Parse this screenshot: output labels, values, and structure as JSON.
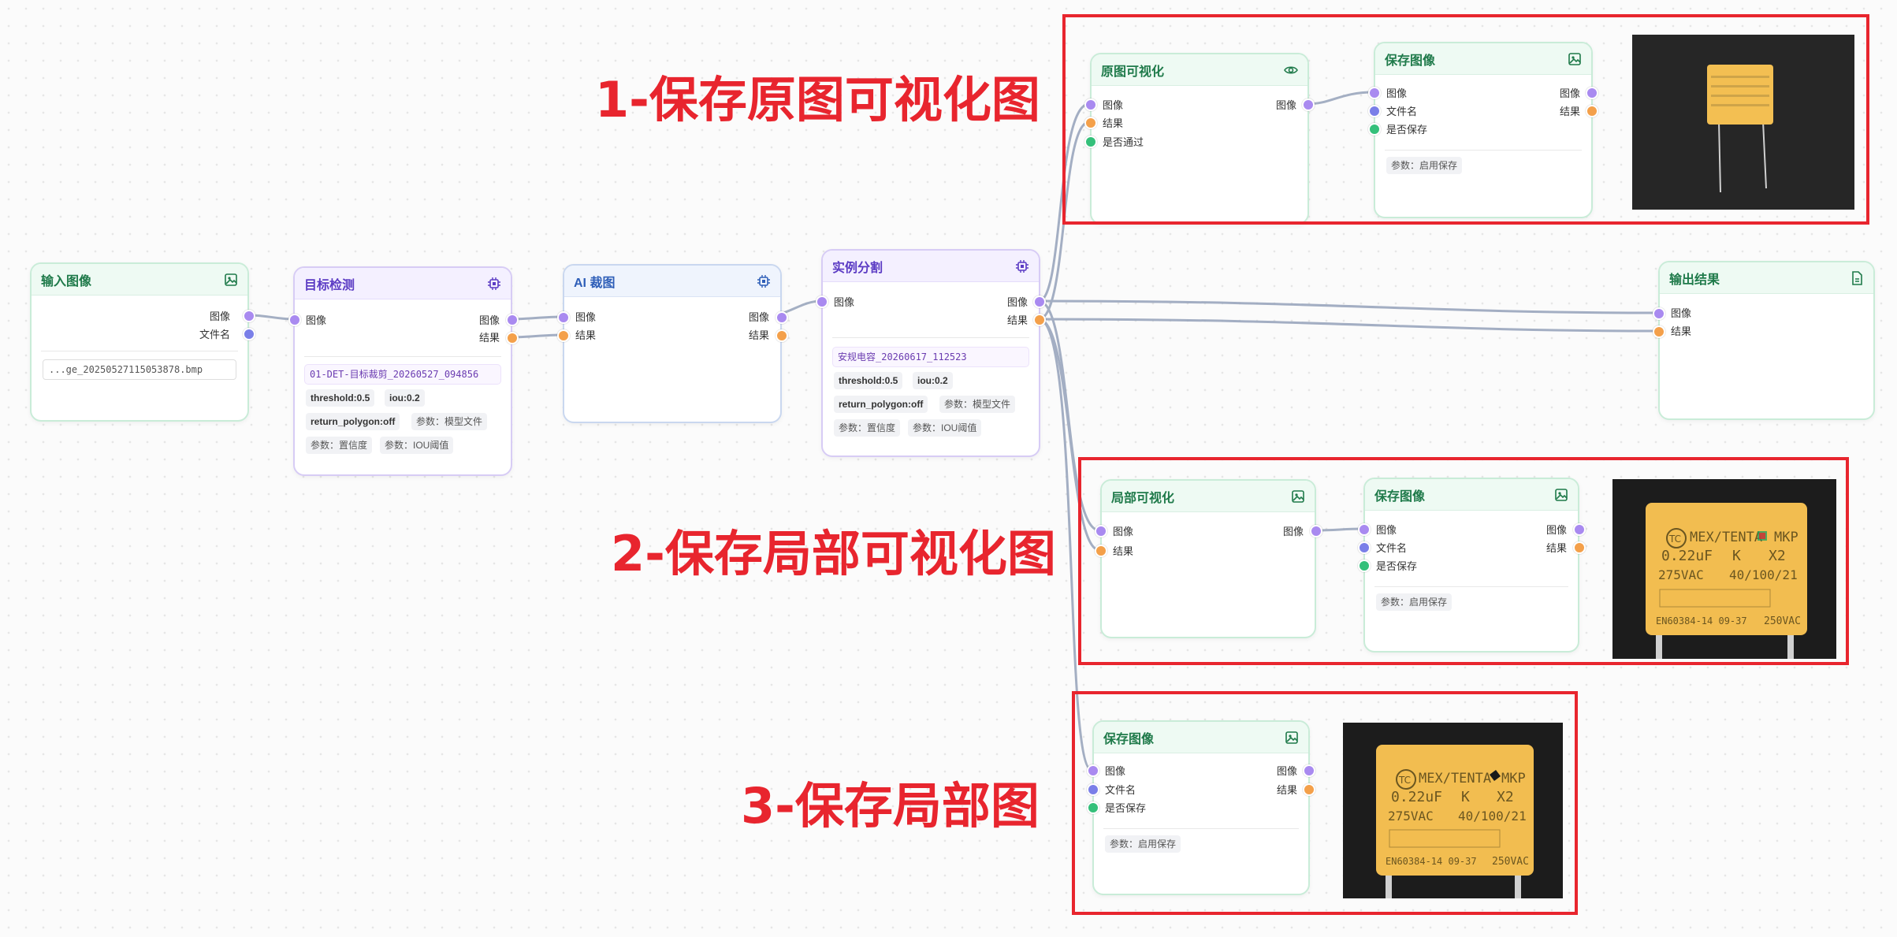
{
  "annotations": {
    "a1": "1-保存原图可视化图",
    "a2": "2-保存局部可视化图",
    "a3": "3-保存局部图"
  },
  "ports": {
    "image": "图像",
    "result": "结果",
    "filename": "文件名",
    "pass": "是否通过",
    "save": "是否保存"
  },
  "input_node": {
    "title": "输入图像",
    "file": "...ge_20250527115053878.bmp"
  },
  "detect_node": {
    "title": "目标检测",
    "model": "01-DET-目标裁剪_20260527_094856",
    "chips": [
      "threshold:0.5",
      "iou:0.2",
      "return_polygon:off",
      "参数：模型文件",
      "参数：置信度",
      "参数：IOU阈值"
    ]
  },
  "crop_node": {
    "title": "AI 裁图"
  },
  "seg_node": {
    "title": "实例分割",
    "model": "安规电容_20260617_112523",
    "chips": [
      "threshold:0.5",
      "iou:0.2",
      "return_polygon:off",
      "参数：模型文件",
      "参数：置信度",
      "参数：IOU阈值"
    ]
  },
  "vis_node": {
    "title": "原图可视化"
  },
  "save1_node": {
    "title": "保存图像",
    "param": "参数：启用保存"
  },
  "output_node": {
    "title": "输出结果"
  },
  "local_vis_node": {
    "title": "局部可视化"
  },
  "save2_node": {
    "title": "保存图像",
    "param": "参数：启用保存"
  },
  "save3_node": {
    "title": "保存图像",
    "param": "参数：启用保存"
  },
  "capacitor": {
    "brand": "MEX/TENTA",
    "model": "MKP",
    "cap": "0.22uF",
    "tol": "K",
    "cls": "X2",
    "volt": "275VAC",
    "climate": "40/100/21",
    "std": "EN60384-14 09-37",
    "volt2": "250VAC",
    "logo": "TC"
  },
  "colors": {
    "accent_red": "#e8252e",
    "port_image": "#a98af0",
    "port_result": "#f4a04a",
    "port_filename": "#7a7fe8",
    "port_bool": "#34c07a",
    "wire": "#9aa6bd"
  }
}
